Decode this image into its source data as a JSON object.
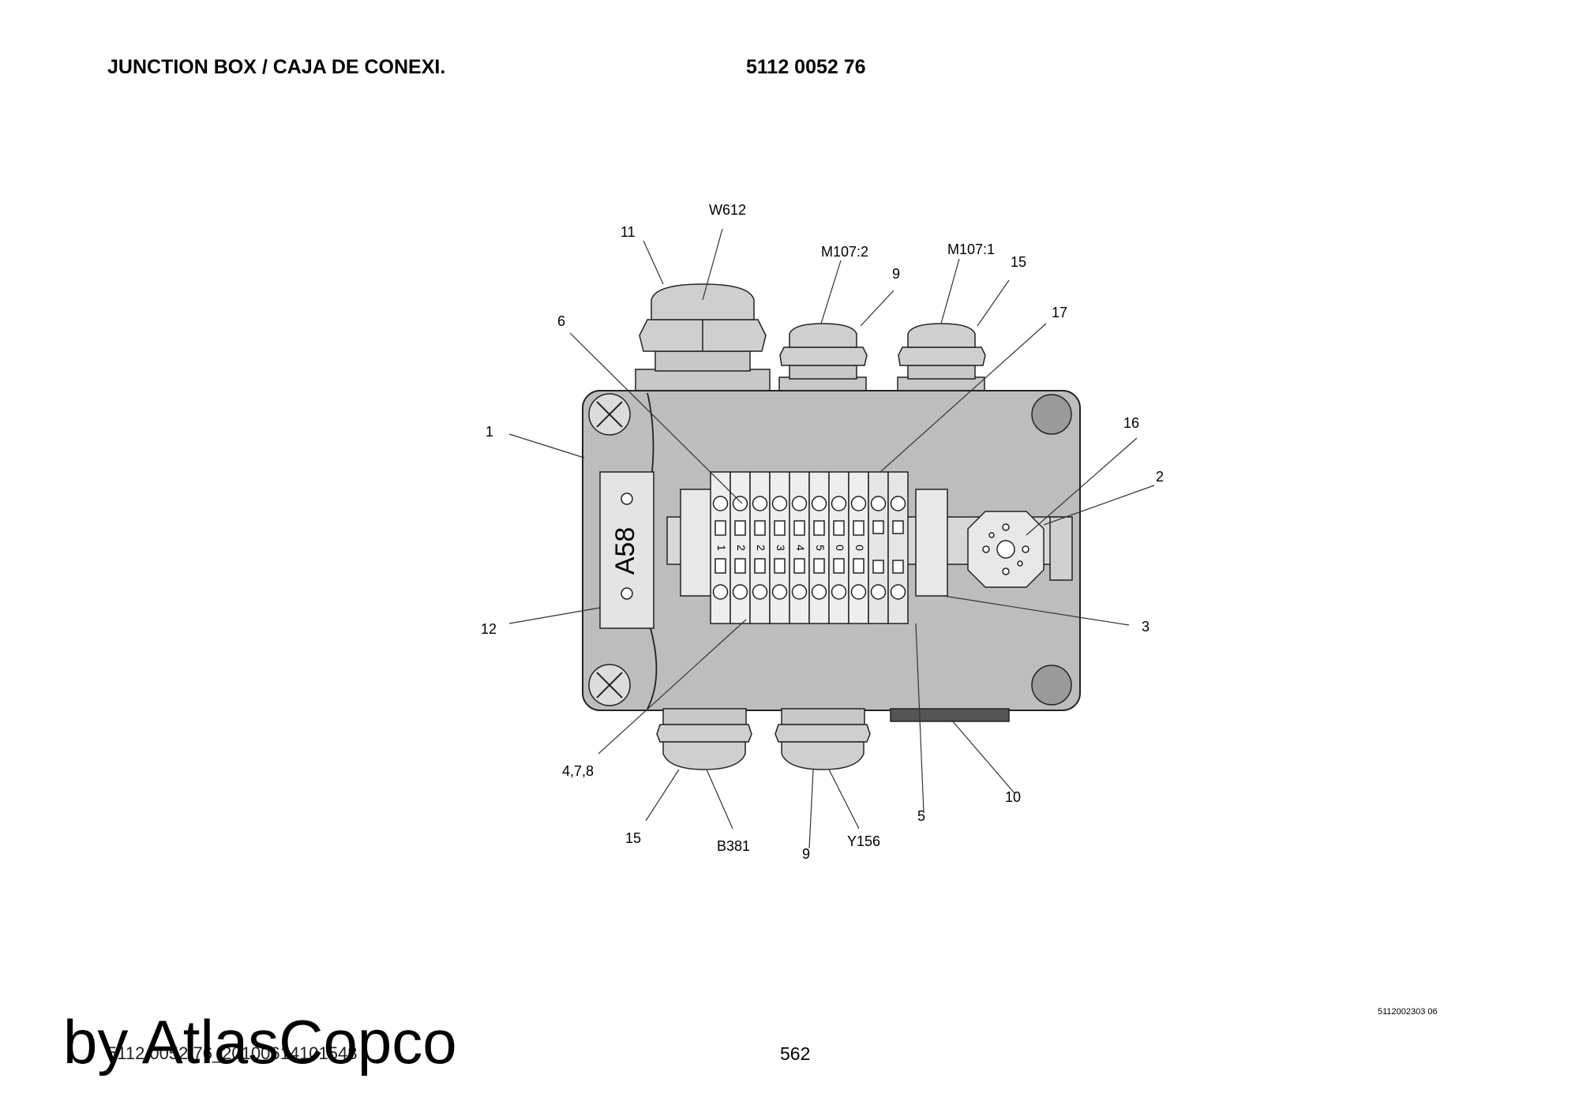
{
  "header": {
    "title": "JUNCTION BOX / CAJA DE CONEXI.",
    "part_number": "5112 0052 76"
  },
  "diagram": {
    "callouts": [
      {
        "id": "c-w612",
        "text": "W612"
      },
      {
        "id": "c-11",
        "text": "11"
      },
      {
        "id": "c-m1072",
        "text": "M107:2"
      },
      {
        "id": "c-9-top",
        "text": "9"
      },
      {
        "id": "c-m1071",
        "text": "M107:1"
      },
      {
        "id": "c-15-top",
        "text": "15"
      },
      {
        "id": "c-6",
        "text": "6"
      },
      {
        "id": "c-17",
        "text": "17"
      },
      {
        "id": "c-1",
        "text": "1"
      },
      {
        "id": "c-16",
        "text": "16"
      },
      {
        "id": "c-2",
        "text": "2"
      },
      {
        "id": "c-12",
        "text": "12"
      },
      {
        "id": "c-3",
        "text": "3"
      },
      {
        "id": "c-478",
        "text": "4,7,8"
      },
      {
        "id": "c-10",
        "text": "10"
      },
      {
        "id": "c-5",
        "text": "5"
      },
      {
        "id": "c-15-bot",
        "text": "15"
      },
      {
        "id": "c-b381",
        "text": "B381"
      },
      {
        "id": "c-9-bot",
        "text": "9"
      },
      {
        "id": "c-y156",
        "text": "Y156"
      }
    ],
    "label_plate": "A58",
    "terminal_numbers": [
      "1",
      "2",
      "2",
      "3",
      "4",
      "5",
      "0",
      "0"
    ]
  },
  "footer": {
    "drawing_code": "5112002303 06",
    "file_ref": "5112 0052 76_20100614101548",
    "page_number": "562",
    "watermark": "by AtlasCopco"
  }
}
